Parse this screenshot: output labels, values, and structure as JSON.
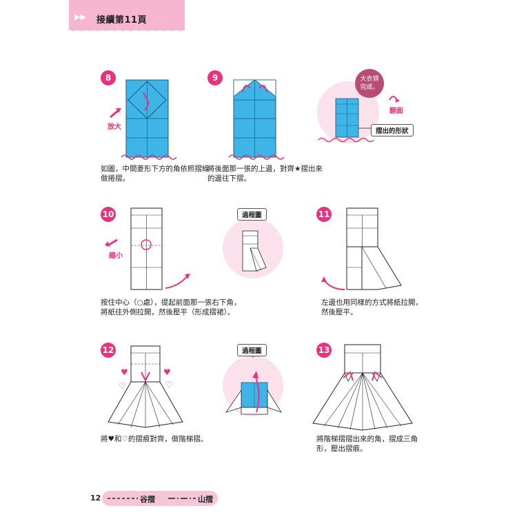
{
  "header": {
    "arrows": "▶▶",
    "title": "接續第11頁"
  },
  "steps": [
    {
      "num": "8",
      "caption": "如圖，中間菱形下方的角依照摺線\n做捲摺。",
      "label": "放大"
    },
    {
      "num": "9",
      "caption": "將後面那一張的上邊，對齊★摺出來\n的邊往下摺。"
    },
    {
      "num": "10",
      "caption": "按住中心（○處），提起前面那一張右下角，\n將紙往外側拉開，然後壓平（形成摺裙）。",
      "label": "縮小"
    },
    {
      "num": "11",
      "caption": "左邊也用同樣的方式將紙拉開，\n然後壓平。"
    },
    {
      "num": "12",
      "caption": "將♥和♡的摺痕對齊，做階梯摺。"
    },
    {
      "num": "13",
      "caption": "將階梯摺摺出來的角，摺成三角\n形，壓出摺痕。"
    }
  ],
  "extras": {
    "bubble": "大衣領\n完成。",
    "flip_label": "翻面",
    "fold_out_label": "摺出的形狀",
    "process_label_1": "過程圖",
    "process_label_2": "過程圖"
  },
  "footer": {
    "page": "12",
    "valley": "谷摺",
    "mountain": "山摺"
  },
  "colors": {
    "accent": "#e9327d",
    "pink_bg": "#fbe1ec",
    "paper": "#3fb4e6",
    "header": "#f6b6cf"
  }
}
